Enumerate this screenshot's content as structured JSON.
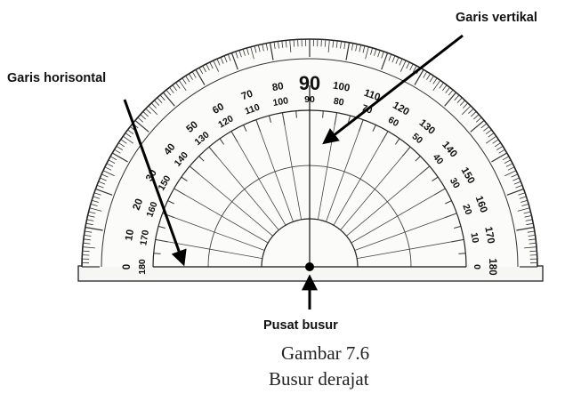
{
  "labels": {
    "vertical_line": "Garis vertikal",
    "horizontal_line": "Garis horisontal",
    "center": "Pusat busur"
  },
  "caption": {
    "figure": "Gambar 7.6",
    "title": "Busur derajat"
  },
  "protractor": {
    "outer_scale": [
      0,
      10,
      20,
      30,
      40,
      50,
      60,
      70,
      80,
      90,
      100,
      110,
      120,
      130,
      140,
      150,
      160,
      170,
      180
    ],
    "inner_scale": [
      180,
      170,
      160,
      150,
      140,
      130,
      120,
      110,
      100,
      90,
      80,
      70,
      60,
      50,
      40,
      30,
      20,
      10,
      0
    ],
    "center_value": "90"
  }
}
